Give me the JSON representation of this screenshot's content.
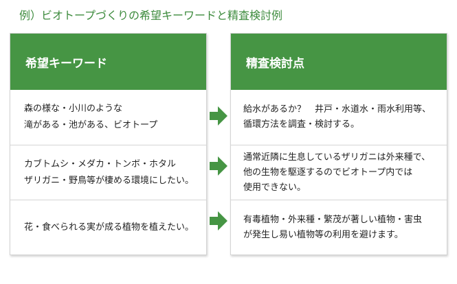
{
  "title": "例）ビオトープづくりの希望キーワードと精査検討例",
  "left_panel": {
    "header": "希望キーワード",
    "rows": [
      "森の様な・小川のような\n滝がある・池がある、ビオトープ",
      "カブトムシ・メダカ・トンボ・ホタル\nザリガニ・野鳥等が棲める環境にしたい。",
      "花・食べられる実が成る植物を植えたい。"
    ]
  },
  "right_panel": {
    "header": "精査検討点",
    "rows": [
      "給水があるか？　井戸・水道水・雨水利用等、\n循環方法を調査・検討する。",
      "通常近隣に生息しているザリガニは外来種で、\n他の生物を駆逐するのでビオトープ内では\n使用できない。",
      "有毒植物・外来種・繁茂が著しい植物・害虫\nが発生し易い植物等の利用を避けます。"
    ]
  },
  "colors": {
    "accent": "#469544",
    "title": "#3d8b3d",
    "border": "#d4d4d4"
  },
  "icons": {
    "row_arrow": "right-arrow-icon"
  }
}
